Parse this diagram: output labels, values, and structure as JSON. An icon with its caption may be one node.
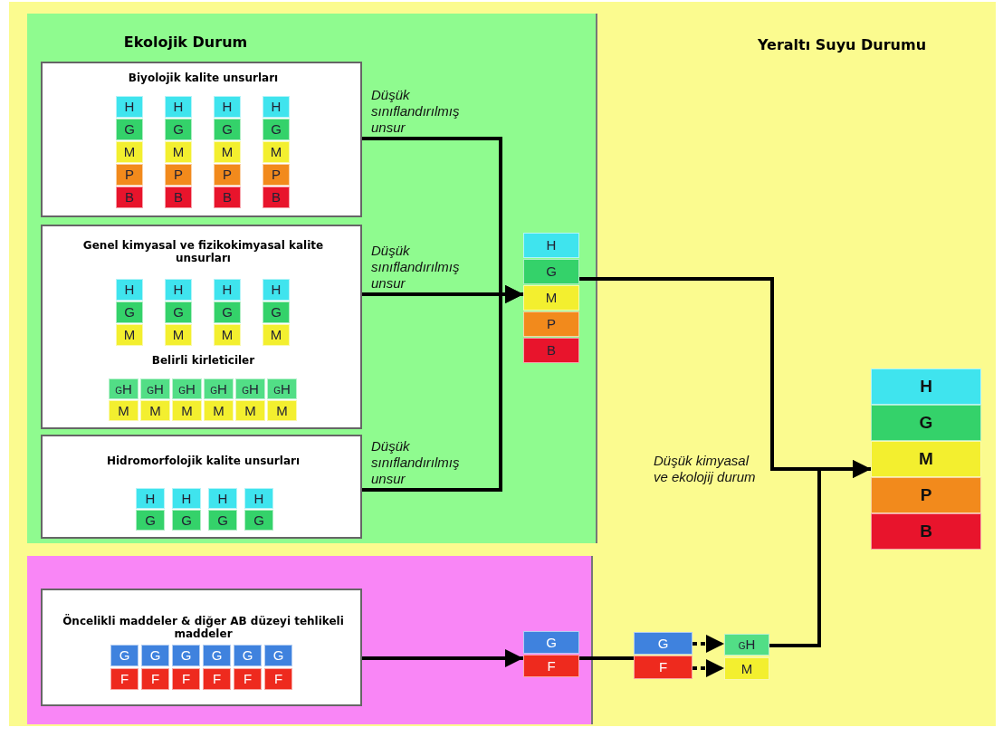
{
  "diagram": {
    "nodes": [
      {
        "text": [
          "Yeraltı Suyu Durumu"
        ]
      },
      {
        "text": [
          "Ekolojik Durum"
        ],
        "in": 0
      },
      {
        "text": [
          "Biyolojik kalite unsurları"
        ],
        "in": 1
      },
      {
        "text": [
          "H"
        ],
        "in": 2
      },
      {
        "text": [
          "H"
        ],
        "in": 2
      },
      {
        "text": [
          "H"
        ],
        "in": 2
      },
      {
        "text": [
          "H"
        ],
        "in": 2
      },
      {
        "text": [
          "G"
        ],
        "in": 2
      },
      {
        "text": [
          "G"
        ],
        "in": 2
      },
      {
        "text": [
          "G"
        ],
        "in": 2
      },
      {
        "text": [
          "G"
        ],
        "in": 2
      },
      {
        "text": [
          "M"
        ],
        "in": 2
      },
      {
        "text": [
          "M"
        ],
        "in": 2
      },
      {
        "text": [
          "M"
        ],
        "in": 2
      },
      {
        "text": [
          "M"
        ],
        "in": 2
      },
      {
        "text": [
          "P"
        ],
        "in": 2
      },
      {
        "text": [
          "P"
        ],
        "in": 2
      },
      {
        "text": [
          "P"
        ],
        "in": 2
      },
      {
        "text": [
          "P"
        ],
        "in": 2
      },
      {
        "text": [
          "B"
        ],
        "in": 2
      },
      {
        "text": [
          "B"
        ],
        "in": 2
      },
      {
        "text": [
          "B"
        ],
        "in": 2
      },
      {
        "text": [
          "B"
        ],
        "in": 2
      },
      {
        "text": [
          "Genel kimyasal ve fizikokimyasal kalite unsurları",
          "Belirli kirleticiler"
        ],
        "in": 1
      },
      {
        "text": [
          "H"
        ],
        "in": 23
      },
      {
        "text": [
          "H"
        ],
        "in": 23
      },
      {
        "text": [
          "H"
        ],
        "in": 23
      },
      {
        "text": [
          "H"
        ],
        "in": 23
      },
      {
        "text": [
          "G"
        ],
        "in": 23
      },
      {
        "text": [
          "G"
        ],
        "in": 23
      },
      {
        "text": [
          "G"
        ],
        "in": 23
      },
      {
        "text": [
          "G"
        ],
        "in": 23
      },
      {
        "text": [
          "M"
        ],
        "in": 23
      },
      {
        "text": [
          "M"
        ],
        "in": 23
      },
      {
        "text": [
          "M"
        ],
        "in": 23
      },
      {
        "text": [
          "M"
        ],
        "in": 23
      },
      {
        "text": [
          "GH"
        ],
        "in": 23
      },
      {
        "text": [
          "GH"
        ],
        "in": 23
      },
      {
        "text": [
          "GH"
        ],
        "in": 23
      },
      {
        "text": [
          "GH"
        ],
        "in": 23
      },
      {
        "text": [
          "GH"
        ],
        "in": 23
      },
      {
        "text": [
          "GH"
        ],
        "in": 23
      },
      {
        "text": [
          "M"
        ],
        "in": 23
      },
      {
        "text": [
          "M"
        ],
        "in": 23
      },
      {
        "text": [
          "M"
        ],
        "in": 23
      },
      {
        "text": [
          "M"
        ],
        "in": 23
      },
      {
        "text": [
          "M"
        ],
        "in": 23
      },
      {
        "text": [
          "M"
        ],
        "in": 23
      },
      {
        "text": [
          "Hidromorfolojik kalite unsurları"
        ],
        "in": 1
      },
      {
        "text": [
          "H"
        ],
        "in": 48
      },
      {
        "text": [
          "H"
        ],
        "in": 48
      },
      {
        "text": [
          "H"
        ],
        "in": 48
      },
      {
        "text": [
          "H"
        ],
        "in": 48
      },
      {
        "text": [
          "G"
        ],
        "in": 48
      },
      {
        "text": [
          "G"
        ],
        "in": 48
      },
      {
        "text": [
          "G"
        ],
        "in": 48
      },
      {
        "text": [
          "G"
        ],
        "in": 48
      },
      {
        "text": [
          "H"
        ],
        "in": 1
      },
      {
        "text": [
          "G"
        ],
        "in": 1
      },
      {
        "text": [
          "M"
        ],
        "in": 1
      },
      {
        "text": [
          "P"
        ],
        "in": 1
      },
      {
        "text": [
          "B"
        ],
        "in": 1
      },
      {
        "text": [],
        "shape": "box",
        "in": 0
      },
      {
        "text": [
          "Öncelikli maddeler & diğer AB düzeyi tehlikeli maddeler"
        ],
        "in": 62
      },
      {
        "text": [
          "G"
        ],
        "in": 63
      },
      {
        "text": [
          "G"
        ],
        "in": 63
      },
      {
        "text": [
          "G"
        ],
        "in": 63
      },
      {
        "text": [
          "G"
        ],
        "in": 63
      },
      {
        "text": [
          "G"
        ],
        "in": 63
      },
      {
        "text": [
          "G"
        ],
        "in": 63
      },
      {
        "text": [
          "F"
        ],
        "in": 63
      },
      {
        "text": [
          "F"
        ],
        "in": 63
      },
      {
        "text": [
          "F"
        ],
        "in": 63
      },
      {
        "text": [
          "F"
        ],
        "in": 63
      },
      {
        "text": [
          "F"
        ],
        "in": 63
      },
      {
        "text": [
          "F"
        ],
        "in": 63
      },
      {
        "text": [
          "G"
        ],
        "in": 62
      },
      {
        "text": [
          "F"
        ],
        "in": 62
      },
      {
        "text": [
          "G"
        ],
        "in": 0
      },
      {
        "text": [
          "F"
        ],
        "in": 0
      },
      {
        "text": [
          "GH"
        ],
        "in": 0
      },
      {
        "text": [
          "M"
        ],
        "in": 0
      },
      {
        "text": [
          "H"
        ],
        "in": 0
      },
      {
        "text": [
          "G"
        ],
        "in": 0
      },
      {
        "text": [
          "M"
        ],
        "in": 0
      },
      {
        "text": [
          "P"
        ],
        "in": 0
      },
      {
        "text": [
          "B"
        ],
        "in": 0
      }
    ],
    "edges": [
      {
        "from": 2,
        "to": 59,
        "arrow": "to",
        "label": "Düşük sınıflandırılmış unsur"
      },
      {
        "from": 23,
        "to": 59,
        "arrow": "to",
        "label": "Düşük sınıflandırılmış unsur"
      },
      {
        "from": 48,
        "to": 59,
        "arrow": "to",
        "label": "Düşük sınıflandırılmış unsur"
      },
      {
        "from": 58,
        "to": 84,
        "arrow": "to",
        "label": "Düşük kimyasal ve ekolojij durum"
      },
      {
        "from": 63,
        "to": 77,
        "arrow": "to"
      },
      {
        "from": 77,
        "to": 79,
        "arrow": "none"
      },
      {
        "from": 78,
        "to": 80,
        "arrow": "to",
        "style": "dashed"
      },
      {
        "from": 79,
        "to": 81,
        "arrow": "to",
        "style": "dashed"
      },
      {
        "from": 80,
        "to": 84,
        "arrow": "to"
      }
    ]
  }
}
